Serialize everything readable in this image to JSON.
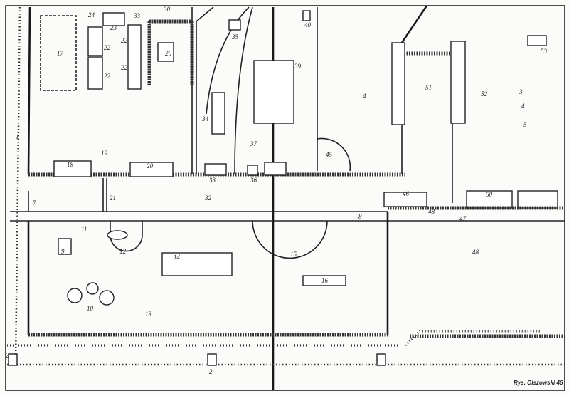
{
  "map": {
    "signature": "Rys. Olszowski 46",
    "labels": {
      "l17": "17",
      "l24": "24",
      "l23": "23",
      "l33a": "33",
      "l30": "30",
      "l26": "26",
      "l22a": "22",
      "l22b": "22",
      "l22c": "22",
      "l22d": "22",
      "l35": "35",
      "l34": "34",
      "l37": "37",
      "l39": "39",
      "l40": "40",
      "l4": "4",
      "l51": "51",
      "l52": "52",
      "l53": "53",
      "l45": "45",
      "l46": "46",
      "l50": "50",
      "l48a": "48",
      "l47": "47",
      "l8": "8",
      "l7": "7",
      "l18": "18",
      "l19": "19",
      "l20": "20",
      "l33b": "33",
      "l36": "36",
      "l21": "21",
      "l32": "32",
      "l12": "12",
      "l14": "14",
      "l15": "15",
      "l16": "16",
      "l10": "10",
      "l13": "13",
      "l11": "11",
      "l9": "9",
      "l2a": "2",
      "l2b": "2",
      "l48b": "48",
      "l1": "1",
      "l3": "3",
      "l4b": "4",
      "l5": "5"
    }
  }
}
